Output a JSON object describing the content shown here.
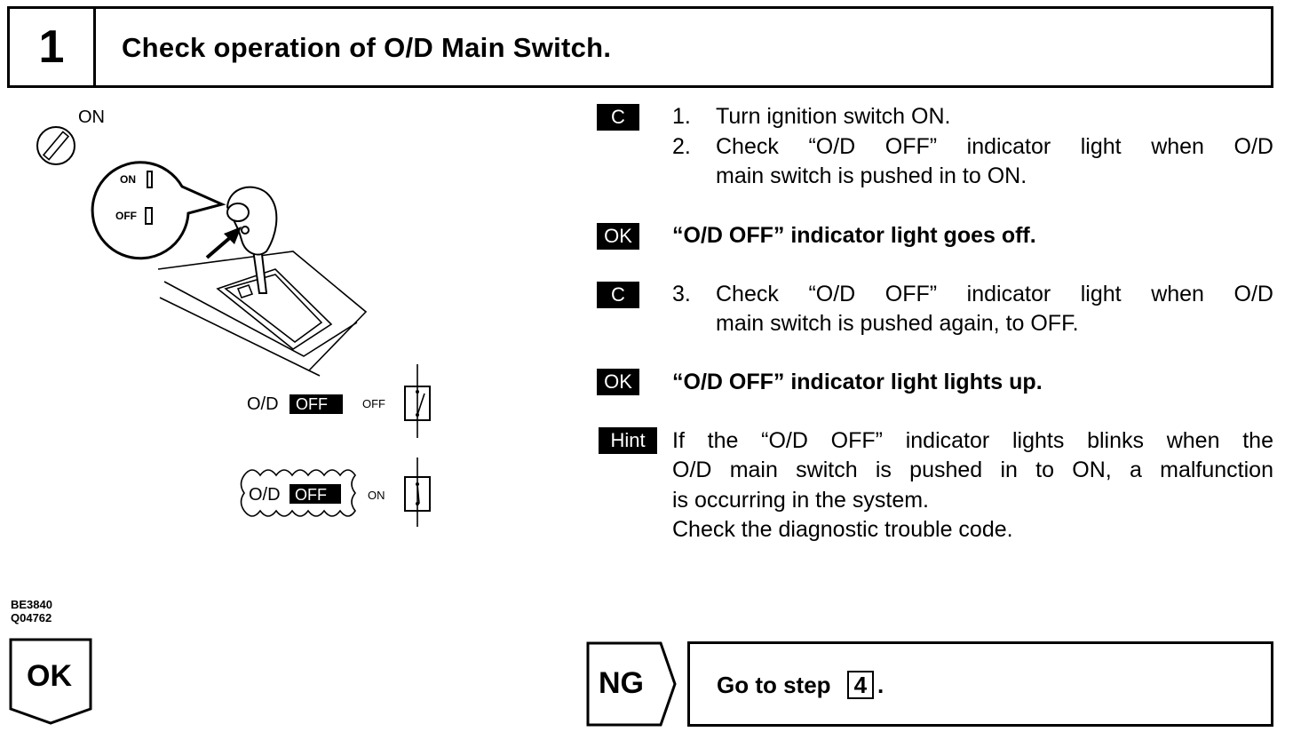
{
  "header": {
    "step_number": "1",
    "title": "Check operation of O/D Main Switch."
  },
  "illustration": {
    "on_label": "ON",
    "callout_on": "ON",
    "callout_off": "OFF",
    "indicator_od": "O/D",
    "indicator_off": "OFF",
    "switch_off_label": "OFF",
    "switch_on_label": "ON",
    "figure_codes": [
      "BE3840",
      "Q04762"
    ]
  },
  "instructions": {
    "c_tag": "C",
    "ok_tag": "OK",
    "hint_tag": "Hint",
    "step1_num": "1.",
    "step1": "Turn ignition switch ON.",
    "step2_num": "2.",
    "step2_line1": "Check “O/D OFF” indicator light when O/D",
    "step2_line2": "main switch is pushed in to ON.",
    "ok1": "“O/D OFF” indicator light goes off.",
    "step3_num": "3.",
    "step3_line1": "Check “O/D OFF” indicator light when O/D",
    "step3_line2": "main switch is pushed again, to OFF.",
    "ok2": "“O/D OFF” indicator light lights up.",
    "hint_line1": "If the “O/D OFF” indicator lights blinks when the",
    "hint_line2": "O/D main switch is pushed in to ON, a malfunction",
    "hint_line3": "is occurring in the system.",
    "hint_line4": "Check the diagnostic trouble code."
  },
  "footer": {
    "ok_label": "OK",
    "ng_label": "NG",
    "goto_text": "Go to step",
    "goto_step": "4",
    "goto_period": "."
  }
}
